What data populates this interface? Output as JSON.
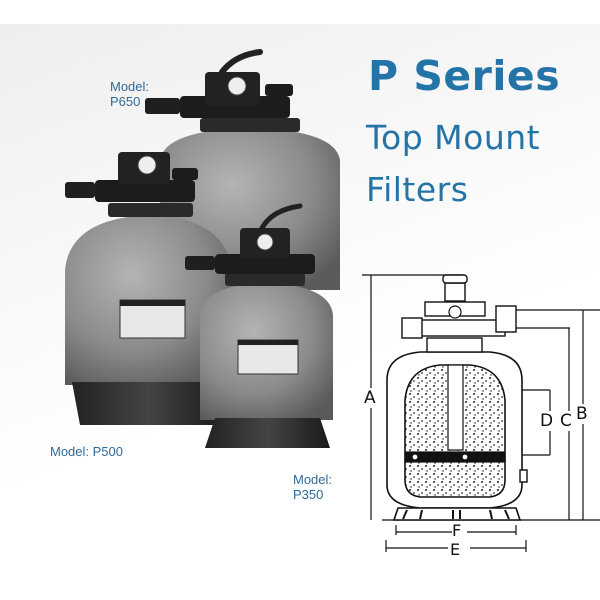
{
  "heading": {
    "series": "P Series",
    "line2": "Top Mount",
    "line3": "Filters"
  },
  "models": {
    "p650": {
      "label": "Model:",
      "name": "P650"
    },
    "p500": {
      "label": "Model:",
      "name": "P500",
      "full": "Model: P500"
    },
    "p350": {
      "label": "Model:",
      "name": "P350"
    }
  },
  "diagram": {
    "dimension_labels": {
      "a": "A",
      "b": "B",
      "c": "C",
      "d": "D",
      "e": "E",
      "f": "F"
    }
  },
  "colors": {
    "brand_blue": "#2474a8",
    "model_text": "#2f6a99",
    "tank_gray": "#8c8c8c",
    "valve_black": "#1c1c1c"
  }
}
